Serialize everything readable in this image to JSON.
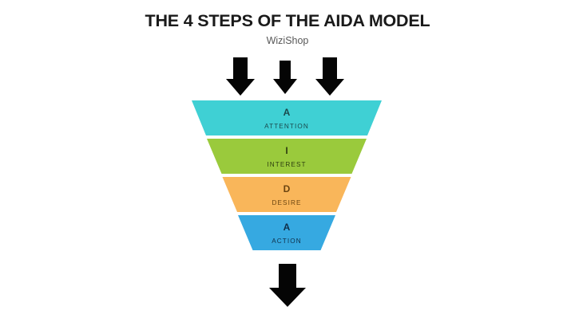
{
  "header": {
    "title": "THE 4 STEPS OF THE AIDA MODEL",
    "subtitle": "WiziShop"
  },
  "chart_data": {
    "type": "funnel",
    "title": "THE 4 STEPS OF THE AIDA MODEL",
    "subtitle": "WiziShop",
    "background_color": "#ffffff",
    "stages": [
      {
        "letter": "A",
        "label": "ATTENTION",
        "color": "#3FD0D4",
        "text_color": "#1a4a4d",
        "top_width": 238,
        "bottom_width": 202,
        "order": 1
      },
      {
        "letter": "I",
        "label": "INTEREST",
        "color": "#9ACA3C",
        "text_color": "#2f4010",
        "top_width": 200,
        "bottom_width": 163,
        "order": 2
      },
      {
        "letter": "D",
        "label": "DESIRE",
        "color": "#F9B65A",
        "text_color": "#6b4511",
        "top_width": 161,
        "bottom_width": 124,
        "order": 3
      },
      {
        "letter": "A",
        "label": "ACTION",
        "color": "#36A9E1",
        "text_color": "#10304a",
        "top_width": 122,
        "bottom_width": 85,
        "order": 4
      }
    ],
    "inflow_arrows": {
      "count": 3,
      "color": "#050505",
      "direction": "down"
    },
    "outflow_arrows": {
      "count": 1,
      "color": "#050505",
      "direction": "down"
    }
  },
  "arrows": {
    "inflow_name": "funnel-inflow-arrows",
    "outflow_name": "funnel-outflow-arrow"
  }
}
